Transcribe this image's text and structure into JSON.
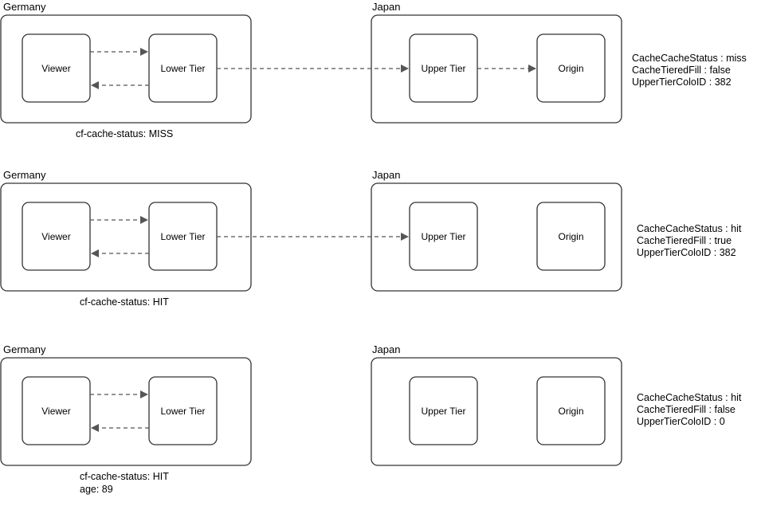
{
  "diagrams": [
    {
      "germany": {
        "title": "Germany",
        "viewer": "Viewer",
        "lower": "Lower Tier"
      },
      "japan": {
        "title": "Japan",
        "upper": "Upper Tier",
        "origin": "Origin"
      },
      "status_lines": [
        "cf-cache-status: MISS"
      ],
      "metrics": [
        "CacheCacheStatus : miss",
        "CacheTieredFill : false",
        "UpperTierColoID : 382"
      ],
      "arrows": {
        "lower_to_upper": true,
        "upper_to_origin": true
      }
    },
    {
      "germany": {
        "title": "Germany",
        "viewer": "Viewer",
        "lower": "Lower Tier"
      },
      "japan": {
        "title": "Japan",
        "upper": "Upper Tier",
        "origin": "Origin"
      },
      "status_lines": [
        "cf-cache-status: HIT"
      ],
      "metrics": [
        "CacheCacheStatus : hit",
        "CacheTieredFill : true",
        "UpperTierColoID : 382"
      ],
      "arrows": {
        "lower_to_upper": true,
        "upper_to_origin": false
      }
    },
    {
      "germany": {
        "title": "Germany",
        "viewer": "Viewer",
        "lower": "Lower Tier"
      },
      "japan": {
        "title": "Japan",
        "upper": "Upper Tier",
        "origin": "Origin"
      },
      "status_lines": [
        "cf-cache-status: HIT",
        "age: 89"
      ],
      "metrics": [
        "CacheCacheStatus : hit",
        "CacheTieredFill : false",
        "UpperTierColoID : 0"
      ],
      "arrows": {
        "lower_to_upper": false,
        "upper_to_origin": false
      }
    }
  ]
}
